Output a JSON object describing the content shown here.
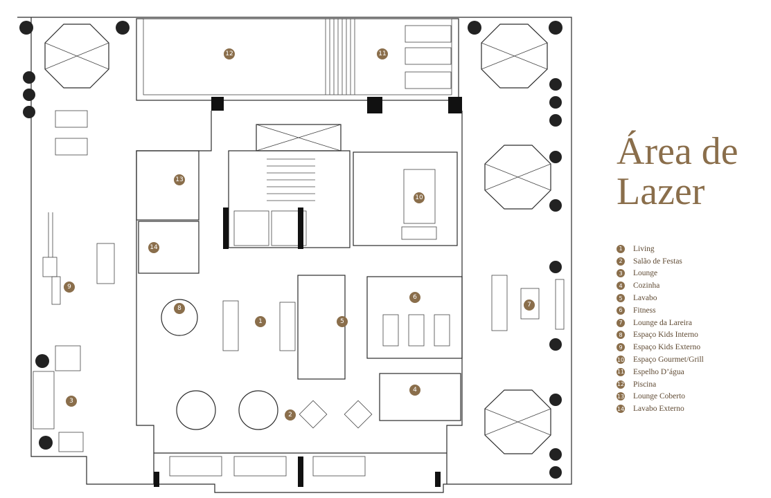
{
  "title": {
    "line1": "Área de",
    "line2": "Lazer"
  },
  "legend": [
    {
      "num": "1",
      "label": "Living"
    },
    {
      "num": "2",
      "label": "Salão de Festas"
    },
    {
      "num": "3",
      "label": "Lounge"
    },
    {
      "num": "4",
      "label": "Cozinha"
    },
    {
      "num": "5",
      "label": "Lavabo"
    },
    {
      "num": "6",
      "label": "Fitness"
    },
    {
      "num": "7",
      "label": "Lounge da Lareira"
    },
    {
      "num": "8",
      "label": "Espaço Kids Interno"
    },
    {
      "num": "9",
      "label": "Espaço Kids Externo"
    },
    {
      "num": "10",
      "label": "Espaço Gourmet/Grill"
    },
    {
      "num": "11",
      "label": "Espelho D’água"
    },
    {
      "num": "12",
      "label": "Piscina"
    },
    {
      "num": "13",
      "label": "Lounge Coberto"
    },
    {
      "num": "14",
      "label": "Lavabo Externo"
    }
  ],
  "plan_markers": [
    "12",
    "11",
    "13",
    "10",
    "14",
    "9",
    "1",
    "5",
    "6",
    "8",
    "7",
    "3",
    "4",
    "2"
  ],
  "colors": {
    "accent": "#8a6e4b",
    "line": "#2a2a2a",
    "text": "#5f4a33"
  }
}
